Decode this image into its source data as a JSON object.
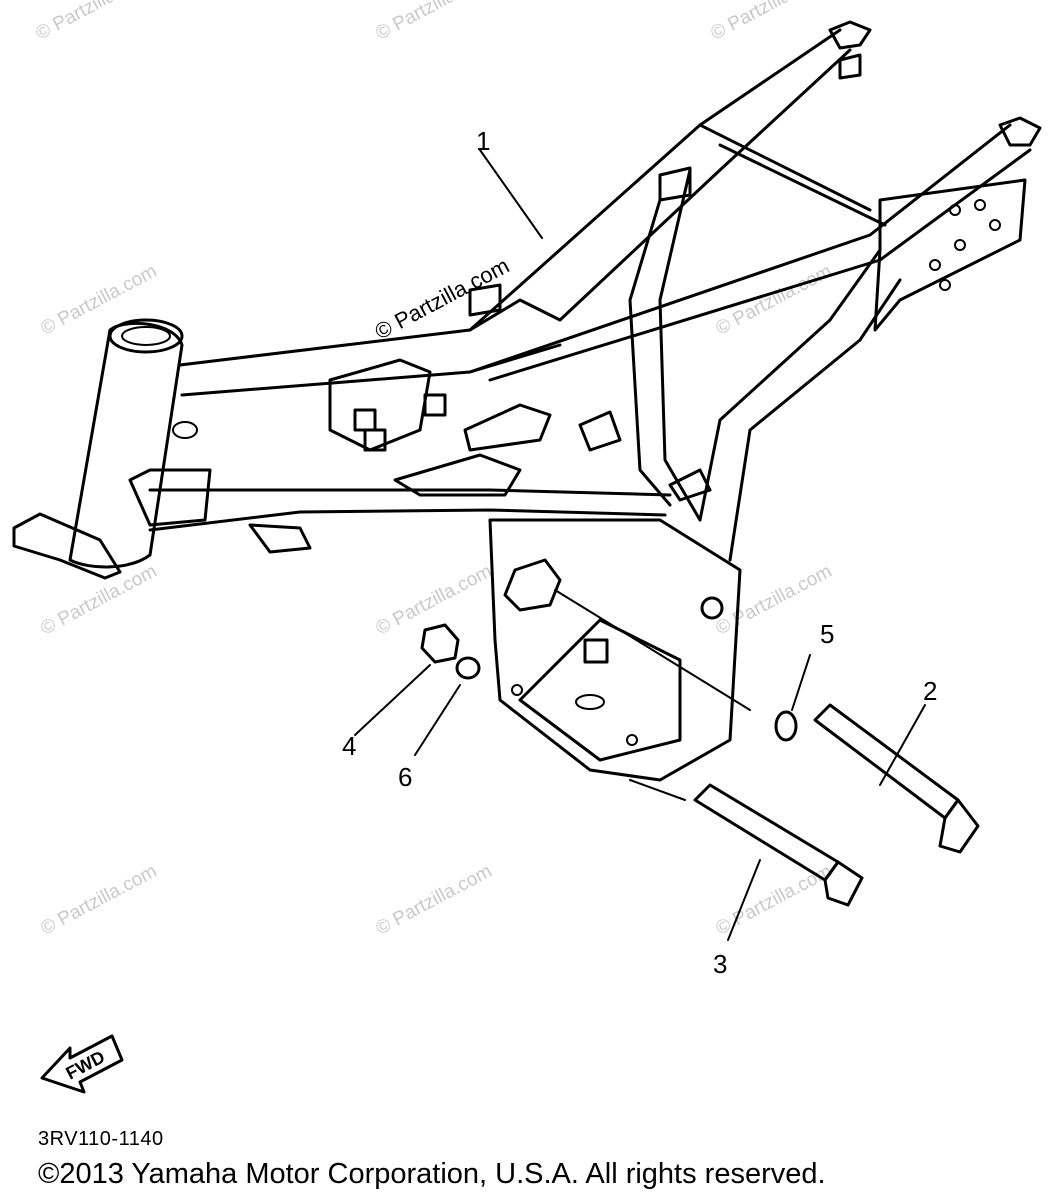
{
  "diagram": {
    "watermark_text": "© Partzilla.com",
    "callouts": [
      "1",
      "2",
      "3",
      "4",
      "5",
      "6"
    ],
    "fwd_label": "FWD",
    "reference_code": "3RV110-1140",
    "copyright": "©2013  Yamaha Motor Corporation, U.S.A. All rights reserved."
  }
}
